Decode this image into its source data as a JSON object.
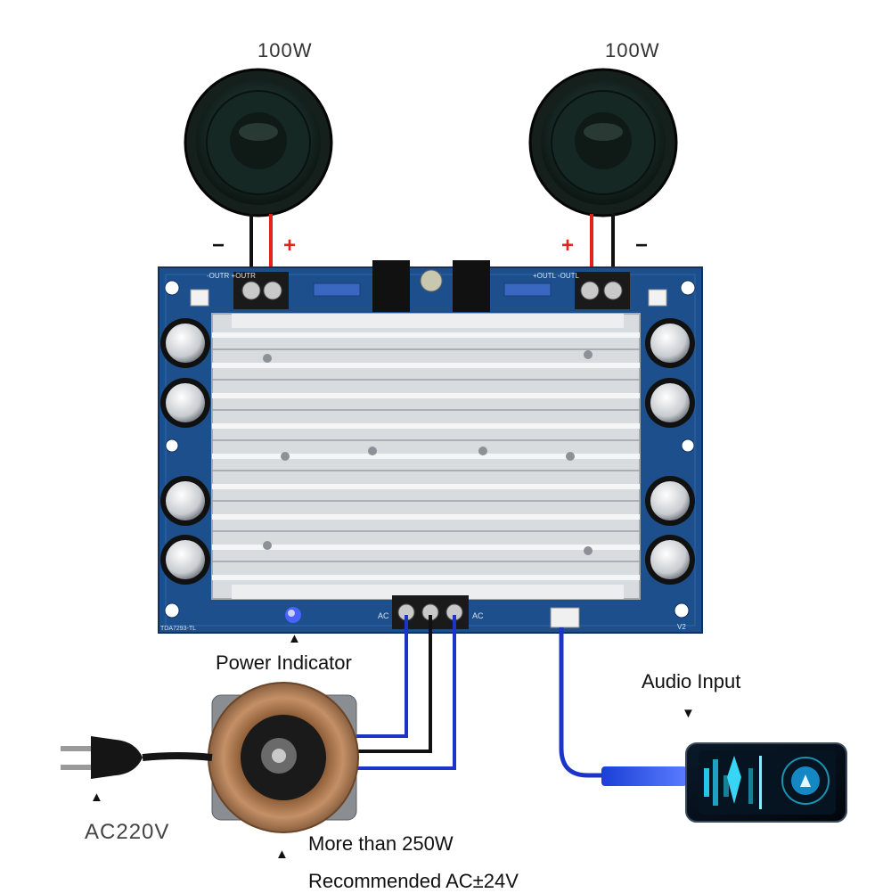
{
  "speakers": {
    "left": {
      "power": "100W",
      "minus": "−",
      "plus": "+"
    },
    "right": {
      "power": "100W",
      "minus": "−",
      "plus": "+"
    }
  },
  "board": {
    "out_left": "-OUTR +OUTR",
    "out_right": "+OUTL -OUTL",
    "ac_left": "AC",
    "ac_right": "AC",
    "version": "V2",
    "model": "TDA7293-TL"
  },
  "labels": {
    "power_indicator": "Power Indicator",
    "audio_input": "Audio Input",
    "ac_mains": "AC220V",
    "transformer_power": "More than 250W",
    "recommended_voltage": "Recommended AC±24V"
  },
  "markers": {
    "triangle": "▲",
    "down_triangle": "▼"
  },
  "colors": {
    "pcb": "#1c4f8c",
    "heatsink": "#d9dcdf",
    "wire_blue": "#1c35c8",
    "wire_red": "#e0241b",
    "wire_black": "#111111",
    "led": "#4a63ff",
    "phone_screen": "#23c6e8"
  }
}
